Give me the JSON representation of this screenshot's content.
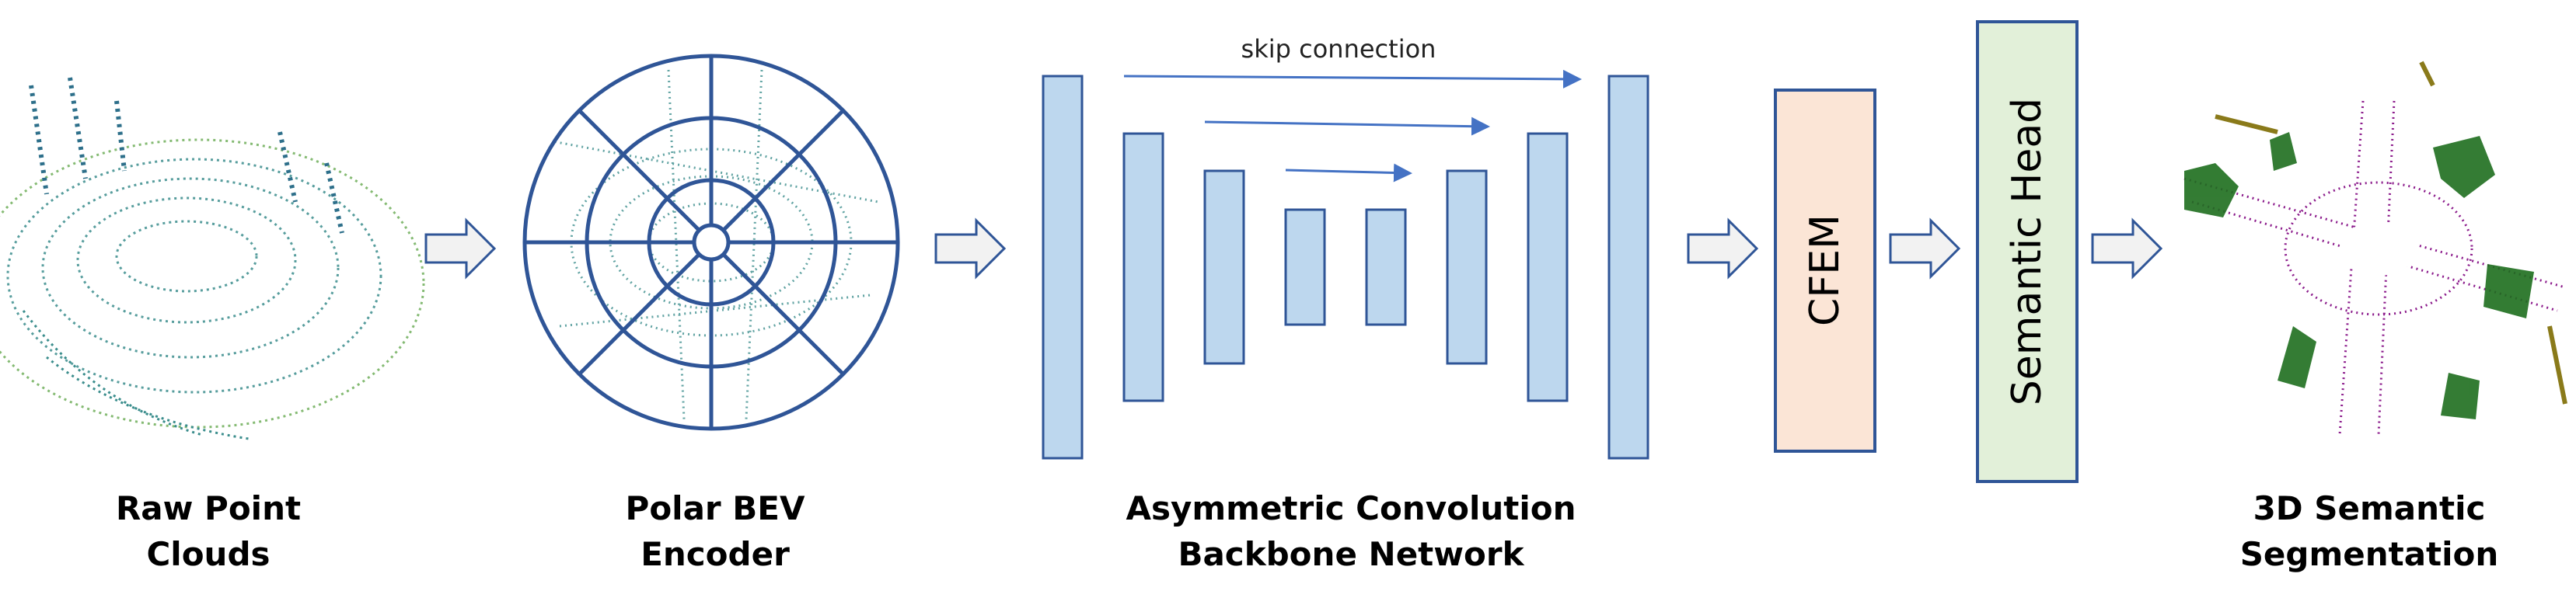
{
  "stages": {
    "raw_point_clouds": {
      "line1": "Raw Point",
      "line2": "Clouds"
    },
    "polar_bev_encoder": {
      "line1": "Polar BEV",
      "line2": "Encoder"
    },
    "backbone": {
      "line1": "Asymmetric Convolution",
      "line2": "Backbone Network"
    },
    "cfem": {
      "label": "CFEM"
    },
    "semantic_head": {
      "label": "Semantic Head"
    },
    "segmentation": {
      "line1": "3D Semantic",
      "line2": "Segmentation"
    }
  },
  "skip_connection": {
    "label": "skip connection"
  },
  "colors": {
    "block_fill": "#bdd7ee",
    "block_stroke": "#2f5597",
    "cfem_fill": "#fbe5d6",
    "semantic_head_fill": "#e2f0d9",
    "arrow_fill": "#f2f2f2",
    "arrow_stroke": "#2f5597",
    "skip_arrow": "#4472c4",
    "polar_grid": "#2f5597",
    "points_teal": "#3a8d8c",
    "points_green": "#1e6e1e",
    "points_purple": "#8b1a8b",
    "points_olive": "#8a7a1a"
  }
}
